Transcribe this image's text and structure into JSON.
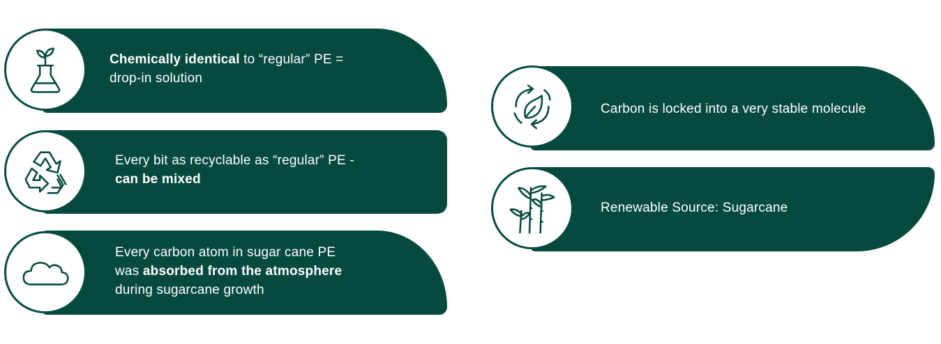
{
  "colors": {
    "pill": "#064a3f",
    "background": "#ffffff",
    "text": "#ffffff"
  },
  "cards": [
    {
      "icon": "flask-sprout-icon",
      "lines": [
        [
          {
            "text": "Chemically identical",
            "bold": true
          },
          {
            "text": " to “regular” PE =",
            "bold": false
          }
        ],
        [
          {
            "text": "drop-in solution",
            "bold": false
          }
        ]
      ]
    },
    {
      "icon": "recycle-icon",
      "lines": [
        [
          {
            "text": "Every bit as recyclable as “regular” PE -",
            "bold": false
          }
        ],
        [
          {
            "text": "can be mixed",
            "bold": true
          }
        ]
      ]
    },
    {
      "icon": "cloud-icon",
      "lines": [
        [
          {
            "text": "Every carbon atom in sugar cane PE",
            "bold": false
          }
        ],
        [
          {
            "text": "was ",
            "bold": false
          },
          {
            "text": "absorbed from the atmosphere",
            "bold": true
          }
        ],
        [
          {
            "text": "during sugarcane growth",
            "bold": false
          }
        ]
      ]
    },
    {
      "icon": "leaf-cycle-icon",
      "lines": [
        [
          {
            "text": "Carbon is locked into a very stable molecule",
            "bold": false
          }
        ]
      ]
    },
    {
      "icon": "sugarcane-icon",
      "lines": [
        [
          {
            "text": "Renewable Source: Sugarcane",
            "bold": false
          }
        ]
      ]
    }
  ]
}
